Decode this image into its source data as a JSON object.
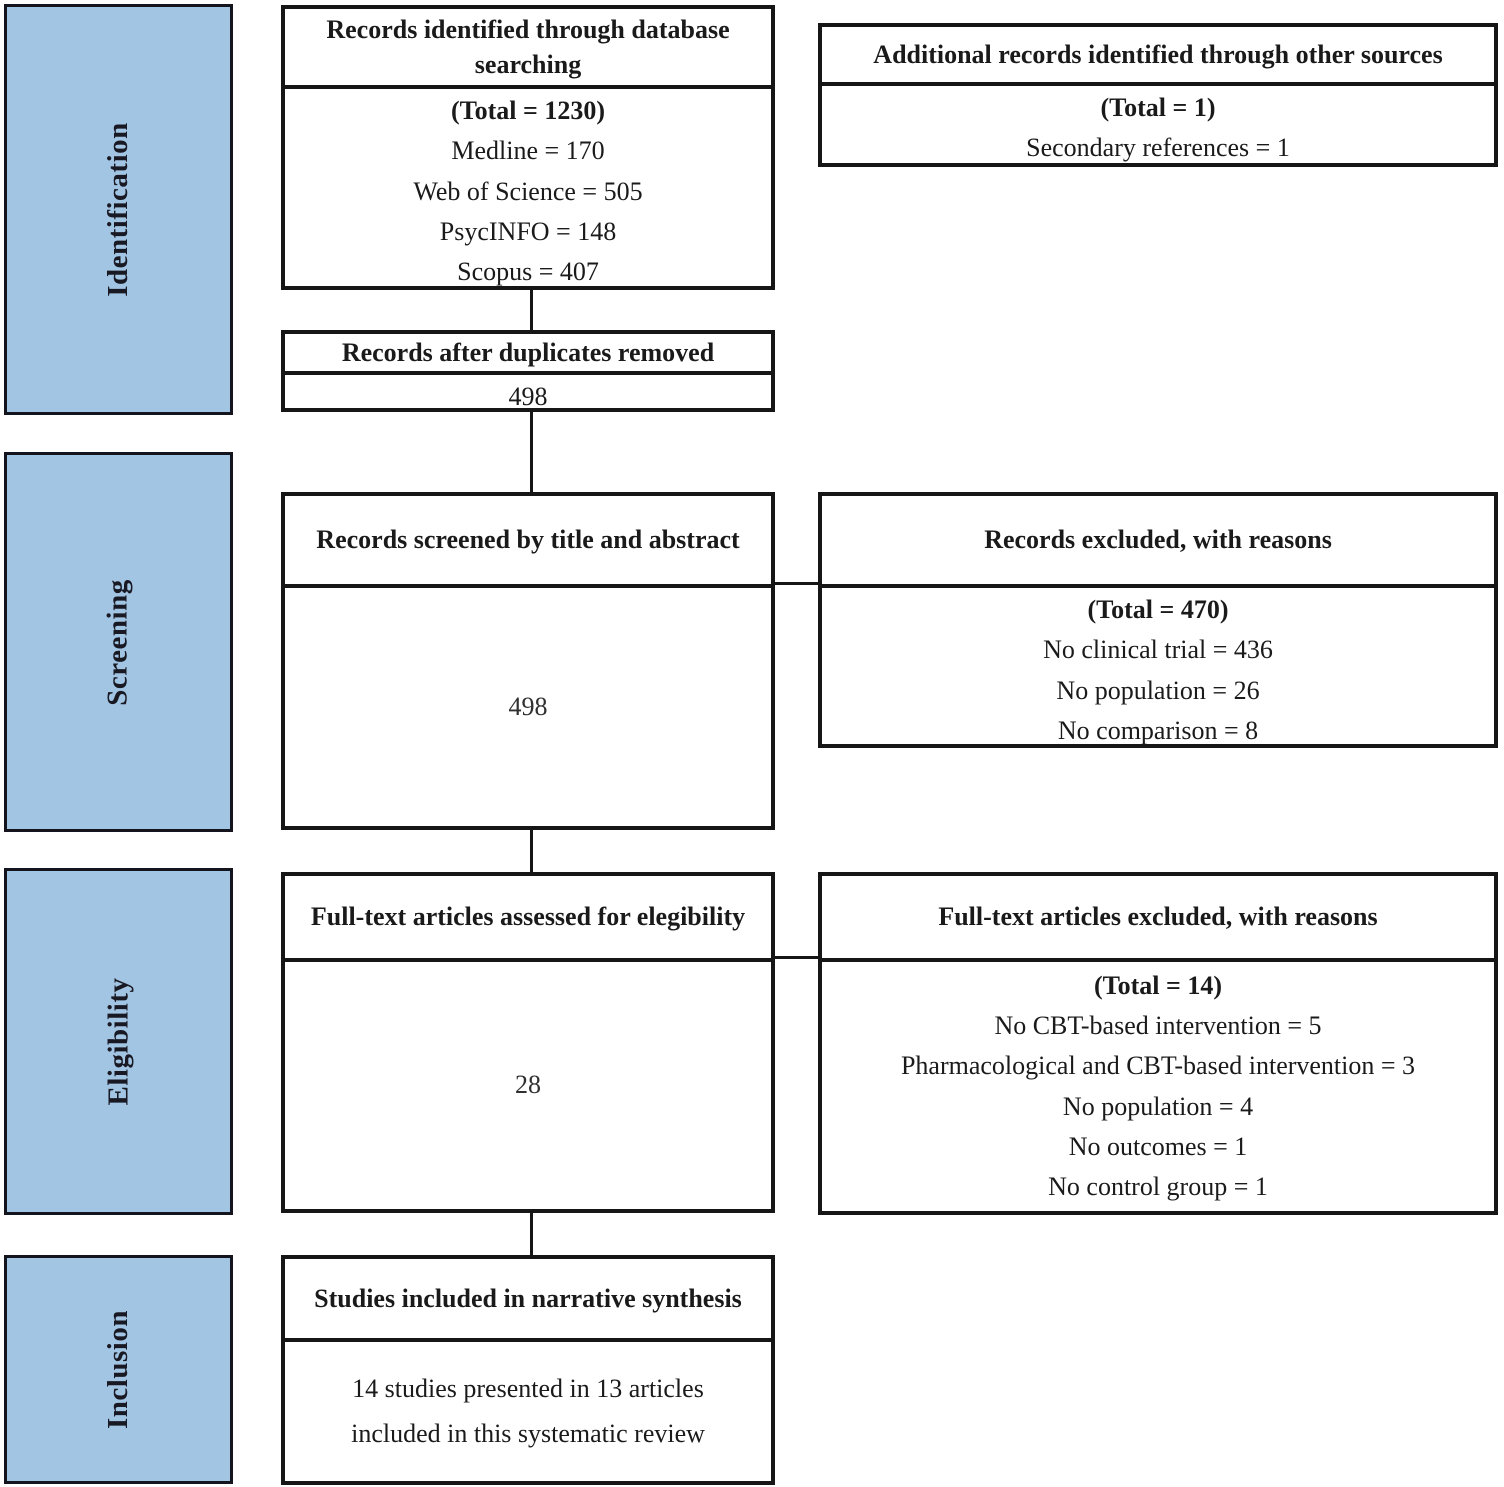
{
  "diagram_type": "PRISMA systematic review flow diagram",
  "colors": {
    "stage_fill": "#a2c5e4",
    "box_border": "#161616",
    "background": "#ffffff"
  },
  "stages": [
    {
      "label": "Identification"
    },
    {
      "label": "Screening"
    },
    {
      "label": "Eligibility"
    },
    {
      "label": "Inclusion"
    }
  ],
  "boxes": {
    "records_identified": {
      "header": "Records identified through database searching",
      "total": "(Total = 1230)",
      "lines": [
        "Medline = 170",
        "Web of Science = 505",
        "PsycINFO = 148",
        "Scopus = 407"
      ]
    },
    "additional_records": {
      "header": "Additional records identified through other sources",
      "total": "(Total = 1)",
      "lines": [
        "Secondary references = 1"
      ]
    },
    "after_duplicates": {
      "header": "Records after duplicates removed",
      "value": "498"
    },
    "screened": {
      "header": "Records screened by title and abstract",
      "value": "498"
    },
    "records_excluded": {
      "header": "Records excluded, with reasons",
      "total": "(Total = 470)",
      "lines": [
        "No clinical trial = 436",
        "No population = 26",
        "No comparison = 8"
      ]
    },
    "fulltext_assessed": {
      "header": "Full-text articles assessed for elegibility",
      "value": "28"
    },
    "fulltext_excluded": {
      "header": "Full-text articles excluded, with reasons",
      "total": "(Total = 14)",
      "lines": [
        "No CBT-based intervention = 5",
        "Pharmacological and CBT-based intervention = 3",
        "No population = 4",
        "No outcomes = 1",
        "No control group = 1"
      ]
    },
    "included_narrative": {
      "header": "Studies included in narrative synthesis",
      "value": "14 studies presented in 13 articles included in this systematic review"
    }
  }
}
